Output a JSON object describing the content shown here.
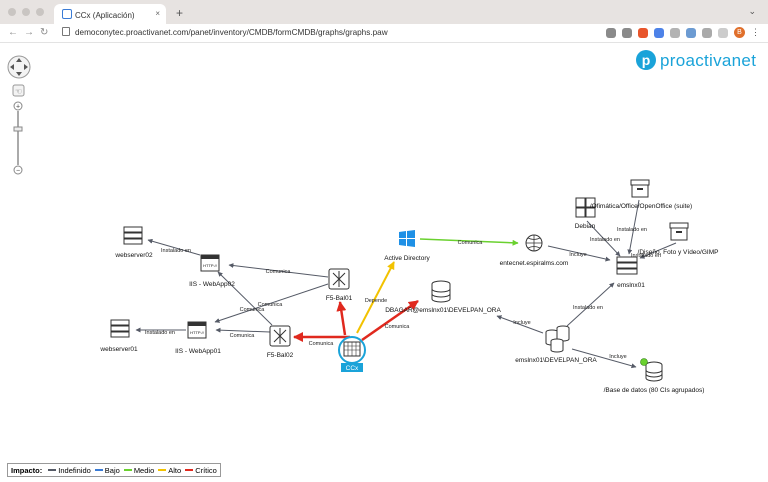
{
  "browser": {
    "tab_title": "CCx (Aplicación)",
    "tab_close": "×",
    "new_tab": "+",
    "url": "democonytec.proactivanet.com/panet/inventory/CMDB/formCMDB/graphs/graphs.paw",
    "avatar_letter": "B",
    "nav": {
      "back": "←",
      "forward": "→",
      "reload": "↻"
    }
  },
  "logo": {
    "mark": "p",
    "word": "proactivanet"
  },
  "graph": {
    "nodes": {
      "ccx": "CCx",
      "f5bal01": "F5-Bal01",
      "f5bal02": "F5-Bal02",
      "iis02": "IIS - WebApp02",
      "iis01": "IIS - WebApp01",
      "webserver02": "webserver02",
      "webserver01": "webserver01",
      "activedir": "Active Directory",
      "dbagar": "DBAGAR@emslnx01\\DEVELPAN_ORA",
      "entecnet": "entecnet.espiralms.com",
      "emslnx01": "emslnx01",
      "debian": "Debian",
      "ofimatica": "/Ofimática/Office/OpenOffice (suite)",
      "diseno": "/Diseño, Foto y Vídeo/GIMP",
      "develpan": "emslnx01\\DEVELPAN_ORA",
      "basedatos": "/Base de datos (80 CIs agrupados)"
    },
    "edges": {
      "comunica": "Comunica",
      "instalado": "Instalado en",
      "depende": "Depende",
      "incluye": "Incluye",
      "http": "HTTP://"
    }
  },
  "legend": {
    "title": "Impacto:",
    "items": [
      {
        "label": "Indefinido",
        "color": "#555a66"
      },
      {
        "label": "Bajo",
        "color": "#3a7bd5"
      },
      {
        "label": "Medio",
        "color": "#6ad12f"
      },
      {
        "label": "Alto",
        "color": "#f2c200"
      },
      {
        "label": "Crítico",
        "color": "#e0291e"
      }
    ]
  }
}
